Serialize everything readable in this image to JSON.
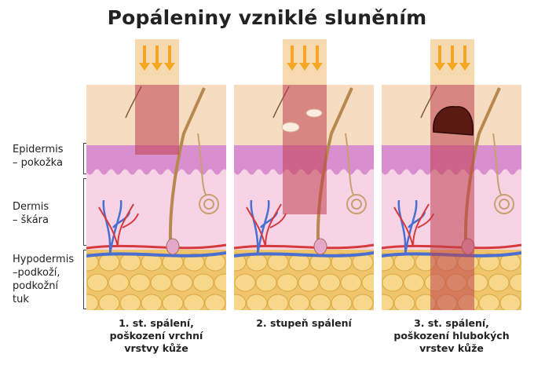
{
  "title": "Popáleniny vzniklé sluněním",
  "layers": [
    {
      "lines": [
        "Epidermis",
        "– pokožka"
      ]
    },
    {
      "lines": [
        "Dermis",
        "– škára"
      ]
    },
    {
      "lines": [
        "Hypodermis",
        "–podkoží,",
        "podkožní",
        "tuk"
      ]
    }
  ],
  "panels": [
    {
      "caption": [
        "1. st. spálení,",
        "poškození vrchní",
        "vrstvy kůže"
      ],
      "burn_depth": "epidermis"
    },
    {
      "caption": [
        "2. stupeň spálení"
      ],
      "burn_depth": "dermis"
    },
    {
      "caption": [
        "3. st. spálení,",
        "poškození hlubokých",
        "vrstev kůže"
      ],
      "burn_depth": "hypodermis"
    }
  ],
  "colors": {
    "sun_rays": "#f5a623",
    "ray_column": "#f7d9b0",
    "surface": "#f6dcc0",
    "epidermis": "#d98fcf",
    "dermis": "#f7d3e6",
    "hypodermis": "#f0c46a",
    "burn": "#c0404f",
    "artery": "#d63a3a",
    "vein": "#4a6fd1"
  }
}
